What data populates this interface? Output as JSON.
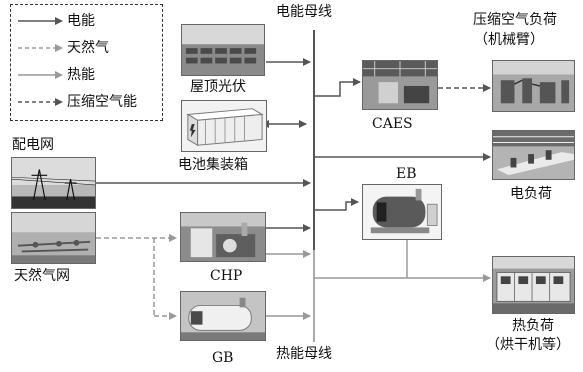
{
  "legend": {
    "items": [
      {
        "label": "电能",
        "style": "solid",
        "color": "#555555"
      },
      {
        "label": "天然气",
        "style": "dashed",
        "color": "#999999"
      },
      {
        "label": "热能",
        "style": "solid",
        "color": "#999999"
      },
      {
        "label": "压缩空气能",
        "style": "dashed",
        "color": "#555555"
      }
    ]
  },
  "buses": {
    "electric": "电能母线",
    "heat": "热能母线"
  },
  "sources": {
    "grid": "配电网",
    "gas_grid": "天然气网"
  },
  "devices": {
    "pv": "屋顶光伏",
    "battery": "电池集装箱",
    "chp": "CHP",
    "gb": "GB",
    "caes": "CAES",
    "eb": "EB"
  },
  "loads": {
    "air_line1": "压缩空气负荷",
    "air_line2": "（机械臂）",
    "electric": "电负荷",
    "heat_line1": "热负荷",
    "heat_line2": "（烘干机等）"
  },
  "colors": {
    "electric": "#555555",
    "gas": "#999999",
    "heat": "#999999",
    "air": "#555555"
  }
}
